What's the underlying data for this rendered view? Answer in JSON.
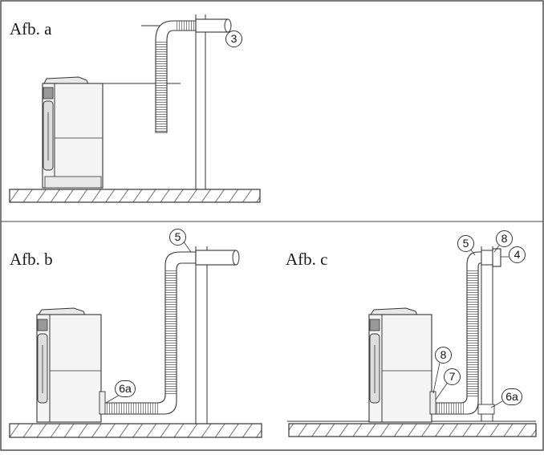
{
  "panels": {
    "a": {
      "label": "Afb. a"
    },
    "b": {
      "label": "Afb. b"
    },
    "c": {
      "label": "Afb. c"
    }
  },
  "callouts": {
    "a_3": "3",
    "b_5": "5",
    "b_6a": "6a",
    "c_5": "5",
    "c_8_top": "8",
    "c_4": "4",
    "c_8_side": "8",
    "c_7": "7",
    "c_6a": "6a"
  },
  "colors": {
    "line": "#333333",
    "stove_fill": "#f4f4f4",
    "frame": "#444444"
  }
}
